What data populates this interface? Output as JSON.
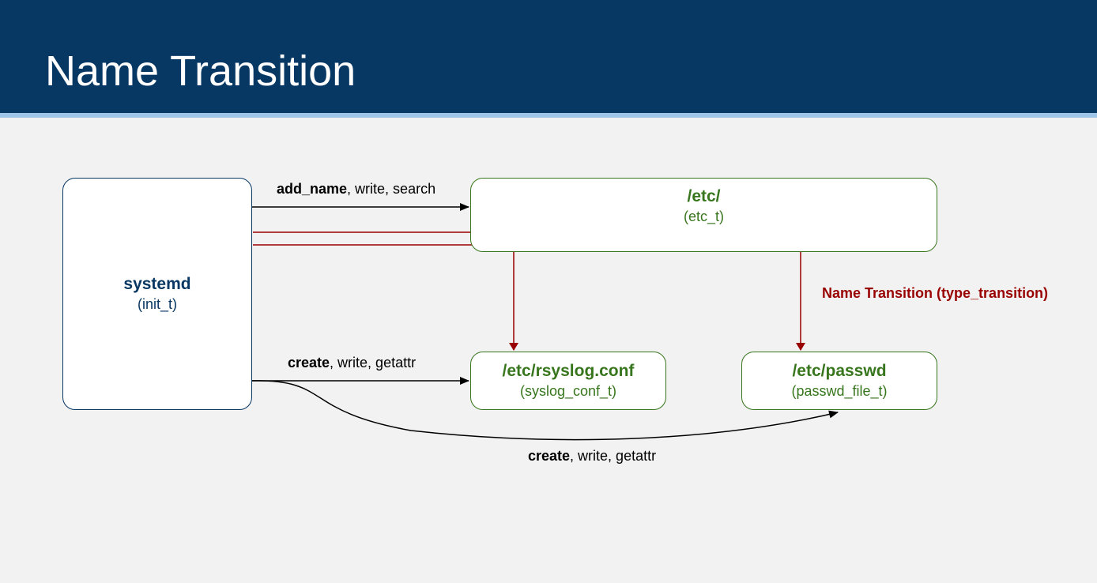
{
  "header": {
    "title": "Name Transition"
  },
  "nodes": {
    "systemd": {
      "name": "systemd",
      "type": "(init_t)"
    },
    "etc": {
      "name": "/etc/",
      "type": "(etc_t)"
    },
    "rsyslog": {
      "name": "/etc/rsyslog.conf",
      "type": "(syslog_conf_t)"
    },
    "passwd": {
      "name": "/etc/passwd",
      "type": "(passwd_file_t)"
    }
  },
  "edges": {
    "to_etc": {
      "bold": "add_name",
      "rest": ", write, search"
    },
    "to_rsyslog": {
      "bold": "create",
      "rest": ", write, getattr"
    },
    "to_passwd": {
      "bold": "create",
      "rest": ", write, getattr"
    },
    "transition": {
      "label": "Name Transition (type_transition)"
    }
  },
  "colors": {
    "header": "#073763",
    "header_rule": "#9fc5e8",
    "systemd_border": "#073763",
    "file_border": "#38761d",
    "transition": "#990000"
  }
}
